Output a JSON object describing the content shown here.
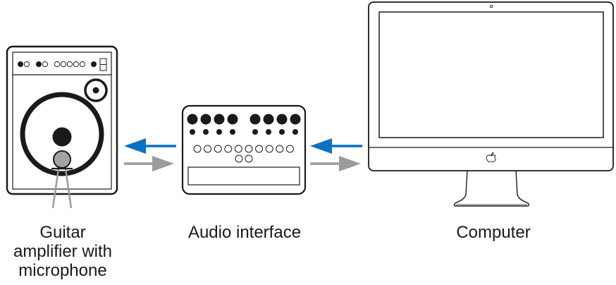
{
  "diagram": {
    "title": "Guitar amplifier recording signal flow",
    "devices": [
      {
        "id": "amp",
        "label_lines": [
          "Guitar",
          "amplifier with",
          "microphone"
        ]
      },
      {
        "id": "interface",
        "label": "Audio interface"
      },
      {
        "id": "computer",
        "label": "Computer"
      }
    ],
    "arrows": [
      {
        "from": "interface",
        "to": "amp",
        "direction": "left",
        "color": "#0a72c2"
      },
      {
        "from": "amp",
        "to": "interface",
        "direction": "right",
        "color": "#9b9b9b"
      },
      {
        "from": "computer",
        "to": "interface",
        "direction": "left",
        "color": "#0a72c2"
      },
      {
        "from": "interface",
        "to": "computer",
        "direction": "right",
        "color": "#9b9b9b"
      }
    ],
    "colors": {
      "outline": "#1a1a1a",
      "accent_blue": "#0a72c2",
      "signal_gray": "#9b9b9b",
      "mic_fill": "#a3a3a3"
    },
    "icons": {
      "computer_logo": "apple-logo"
    }
  }
}
